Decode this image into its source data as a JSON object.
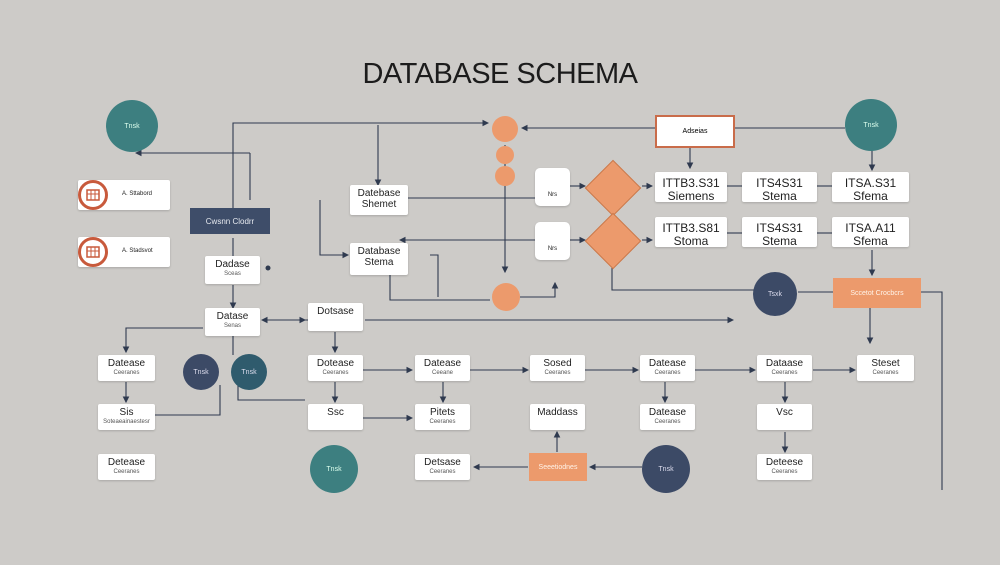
{
  "title": "DATABASE SCHEMA",
  "colors": {
    "background": "#cdcbc8",
    "teal": "#3d7f80",
    "navy": "#3c4a66",
    "peach": "#ec9a6c",
    "line": "#2f3a4f"
  },
  "left_panel": {
    "circle_top": "Tnsk",
    "item1_label": "A. Sttabord",
    "item2_label": "A. Stadsvot",
    "center_button": "Cwsnn Clodrr",
    "box_a": {
      "t": "Dadase",
      "s": "Sceas"
    },
    "box_b": {
      "t": "Datase",
      "s": "Senas"
    }
  },
  "mid_top": {
    "box1": {
      "t": "Datebase",
      "s": "Shemet"
    },
    "box2": {
      "t": "Database",
      "s": "Stema"
    },
    "pill1": "Nrs",
    "pill2": "Nrs"
  },
  "right_top": {
    "outline_label": "Adseias",
    "circle_right": "Tnsk",
    "grid": [
      {
        "t": "ITTB3.S31",
        "s": "Siemens"
      },
      {
        "t": "ITS4S31",
        "s": "Stema"
      },
      {
        "t": "ITSA.S31",
        "s": "Sfema"
      },
      {
        "t": "ITTB3.S81",
        "s": "Stoma"
      },
      {
        "t": "ITS4S31",
        "s": "Stema"
      },
      {
        "t": "ITSA.A11",
        "s": "Sfema"
      }
    ],
    "navy_circle": "Tsxk",
    "peach_rect": "Sccetot Crocbcrs"
  },
  "bottom": {
    "row0": {
      "t": "Dotsase",
      "s": ""
    },
    "row1": [
      {
        "t": "Datease",
        "s": "Ceeranes"
      },
      {
        "t": "Dotease",
        "s": "Ceeranes"
      },
      {
        "t": "Datease",
        "s": "Ceeane"
      },
      {
        "t": "Sosed",
        "s": "Ceeranes"
      },
      {
        "t": "Datease",
        "s": "Ceeranes"
      },
      {
        "t": "Dataase",
        "s": "Ceeranes"
      },
      {
        "t": "Steset",
        "s": "Ceeranes"
      }
    ],
    "row2": [
      {
        "t": "Sis",
        "s": "Soteaeainaestesr"
      },
      {
        "t": "Ssc",
        "s": ""
      },
      {
        "t": "Pitets",
        "s": "Ceeranes"
      },
      {
        "t": "Maddass",
        "s": ""
      },
      {
        "t": "Datease",
        "s": "Ceeranes"
      },
      {
        "t": "Vsc",
        "s": ""
      }
    ],
    "row3": [
      {
        "t": "Detease",
        "s": "Ceeranes"
      },
      {
        "t": "Detsase",
        "s": "Ceeranes"
      },
      {
        "t": "Deteese",
        "s": "Ceeranes"
      }
    ],
    "circle_navy1": "Tnsk",
    "circle_teal1": "Tnsk",
    "circle_teal2": "Tnsk",
    "circle_navy2": "Tnsk",
    "peach_rect": "Seeetiodnes"
  }
}
